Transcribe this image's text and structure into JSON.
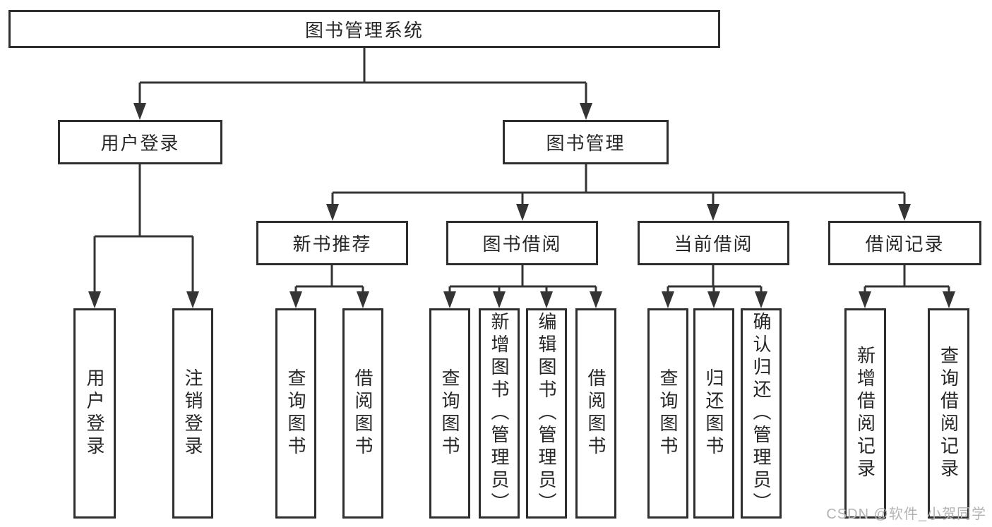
{
  "colors": {
    "line": "#343434",
    "border": "#2e2e2e",
    "text": "#262626",
    "watermark": "#b3b3b3",
    "background": "#ffffff"
  },
  "watermark": "CSDN @软件_小贺同学",
  "tree": {
    "root": {
      "label": "图书管理系统"
    },
    "user_login": {
      "label": "用户登录",
      "children": [
        {
          "label": "用户登录"
        },
        {
          "label": "注销登录"
        }
      ]
    },
    "book_management": {
      "label": "图书管理",
      "modules": [
        {
          "label": "新书推荐",
          "children": [
            {
              "label": "查询图书"
            },
            {
              "label": "借阅图书"
            }
          ]
        },
        {
          "label": "图书借阅",
          "children": [
            {
              "label": "查询图书"
            },
            {
              "label": "新增图书（管理员）"
            },
            {
              "label": "编辑图书（管理员）"
            },
            {
              "label": "借阅图书"
            }
          ]
        },
        {
          "label": "当前借阅",
          "children": [
            {
              "label": "查询图书"
            },
            {
              "label": "归还图书"
            },
            {
              "label": "确认归还（管理员）"
            }
          ]
        },
        {
          "label": "借阅记录",
          "children": [
            {
              "label": "新增借阅记录"
            },
            {
              "label": "查询借阅记录"
            }
          ]
        }
      ]
    }
  }
}
